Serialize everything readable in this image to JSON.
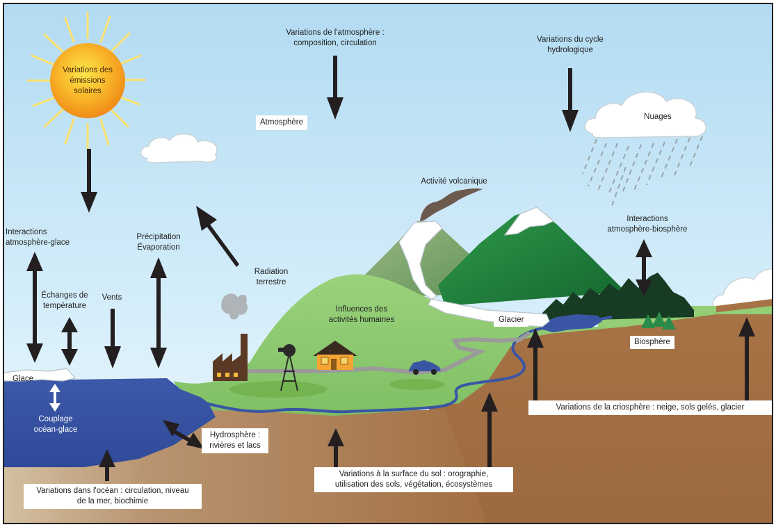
{
  "labels": {
    "solar": [
      "Variations des",
      "émissions",
      "solaires"
    ],
    "atmosphere_variations": [
      "Variations de l'atmosphère :",
      "composition, circulation"
    ],
    "hydro_cycle": [
      "Variations du cycle",
      "hydrologique"
    ],
    "atmosphere": "Atmosphère",
    "clouds": "Nuages",
    "volcanic": "Activité volcanique",
    "atm_ice": [
      "Interactions",
      "atmosphère-glace"
    ],
    "precip_evap": [
      "Précipitation",
      "Évaporation"
    ],
    "radiation": [
      "Radiation",
      "terrestre"
    ],
    "atm_bio": [
      "Interactions",
      "atmosphère-biosphère"
    ],
    "temp_exchange": [
      "Échanges de",
      "température"
    ],
    "winds": "Vents",
    "human": [
      "Influences des",
      "activités humaines"
    ],
    "glacier": "Glacier",
    "biosphere": "Biosphère",
    "ice": "Glace",
    "ocean_ice_coupling": [
      "Couplage",
      "océan-glace"
    ],
    "hydrosphere": [
      "Hydrosphère :",
      "rivières et lacs"
    ],
    "cryosphere": "Variations de la criosphère : neige, sols gelés, glacier",
    "land_surface": [
      "Variations à la surface du sol : orographie,",
      "utilisation des sols, végétation, écosystèmes"
    ],
    "ocean": [
      "Variations dans l'océan : circulation, niveau",
      "de la mer, biochimie"
    ]
  },
  "colors": {
    "sky_top": "#b3dcf3",
    "sky_bottom": "#eaf6fd",
    "sun": "#f7a21b",
    "sun_ray": "#fde58a",
    "ocean": "#3a55a4",
    "land_green": "#8cc86f",
    "mountain_dark": "#1e7a3c",
    "earth": "#a87a4e",
    "arrow": "#231f20"
  }
}
